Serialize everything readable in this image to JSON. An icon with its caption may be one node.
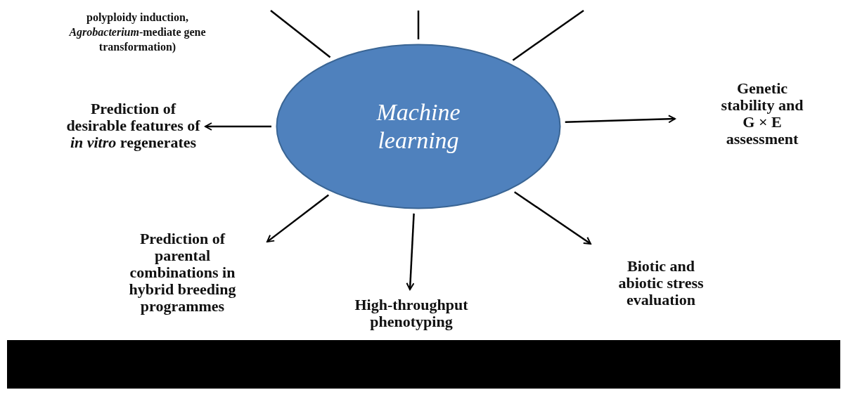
{
  "diagram": {
    "nodes": [
      {
        "text": [
          "Machine learning"
        ]
      },
      {
        "text": [
          "Prediction of desirable features of *in vitro* regenerates"
        ]
      },
      {
        "text": [
          "Genetic stability and G × E assessment"
        ]
      },
      {
        "text": [
          "Prediction of parental combinations in hybrid breeding programmes"
        ]
      },
      {
        "text": [
          "High-throughput phenotyping"
        ]
      },
      {
        "text": [
          "Biotic and abiotic stress evaluation"
        ]
      },
      {
        "text": [],
        "shape": "box"
      }
    ],
    "edges": [
      {
        "from": 0,
        "to": 1,
        "arrow": "to"
      },
      {
        "from": 0,
        "to": 2,
        "arrow": "to"
      },
      {
        "from": 0,
        "to": 3,
        "arrow": "to"
      },
      {
        "from": 0,
        "to": 4,
        "arrow": "to"
      },
      {
        "from": 0,
        "to": 5,
        "arrow": "to"
      },
      {
        "from": 0,
        "to": null,
        "arrow": "none"
      },
      {
        "from": 0,
        "to": null,
        "arrow": "none"
      },
      {
        "from": 0,
        "to": null,
        "arrow": "none"
      }
    ],
    "labels": [
      "polyploidy induction, *Agrobacterium*-mediate gene transformation)"
    ]
  }
}
